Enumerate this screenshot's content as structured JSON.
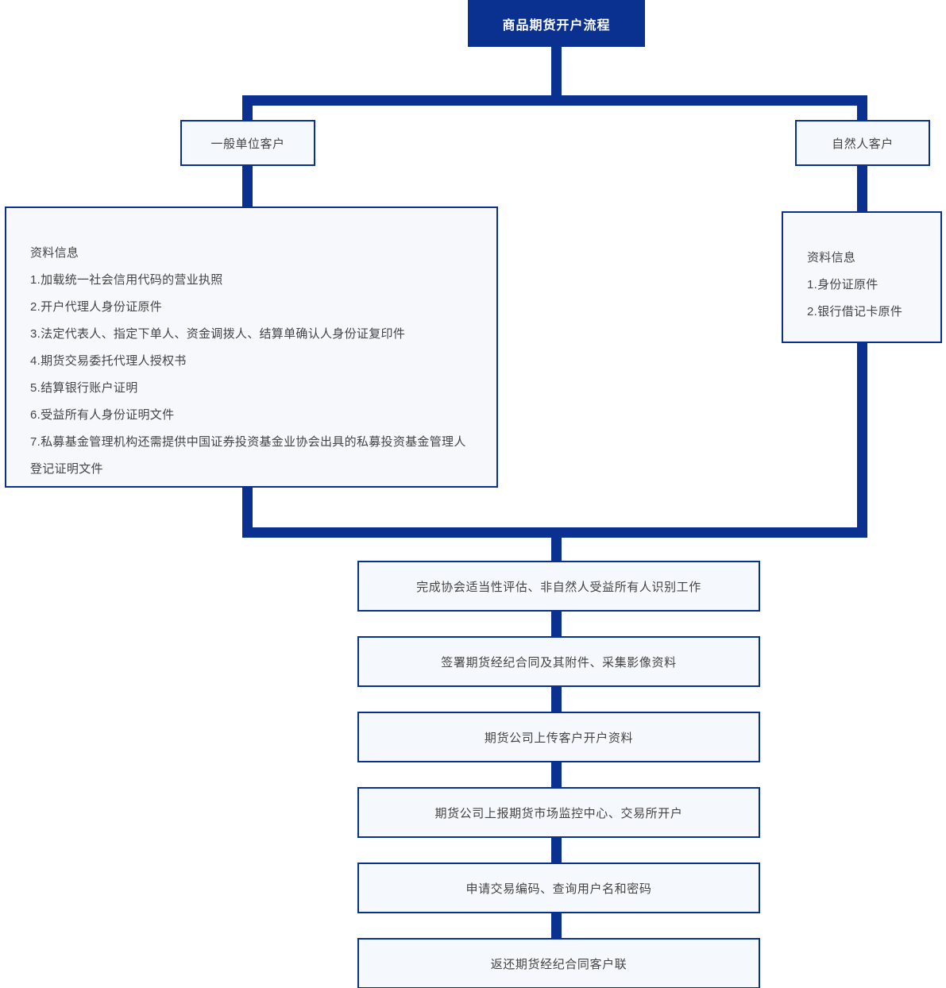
{
  "diagram": {
    "title": "商品期货开户流程",
    "accent_color": "#0a3190",
    "box_fill_color": "#f5f8fc",
    "text_color": "#444444"
  },
  "branches": {
    "left": {
      "label": "一般单位客户",
      "documents": {
        "heading": "资料信息",
        "items": [
          "1.加载统一社会信用代码的营业执照",
          "2.开户代理人身份证原件",
          "3.法定代表人、指定下单人、资金调拨人、结算单确认人身份证复印件",
          "4.期货交易委托代理人授权书",
          "5.结算银行账户证明",
          "6.受益所有人身份证明文件",
          "7.私募基金管理机构还需提供中国证券投资基金业协会出具的私募投资基金管理人登记证明文件"
        ]
      }
    },
    "right": {
      "label": "自然人客户",
      "documents": {
        "heading": "资料信息",
        "items": [
          "1.身份证原件",
          "2.银行借记卡原件"
        ]
      }
    }
  },
  "steps": [
    "完成协会适当性评估、非自然人受益所有人识别工作",
    "签署期货经纪合同及其附件、采集影像资料",
    "期货公司上传客户开户资料",
    "期货公司上报期货市场监控中心、交易所开户",
    "申请交易编码、查询用户名和密码",
    "返还期货经纪合同客户联"
  ]
}
